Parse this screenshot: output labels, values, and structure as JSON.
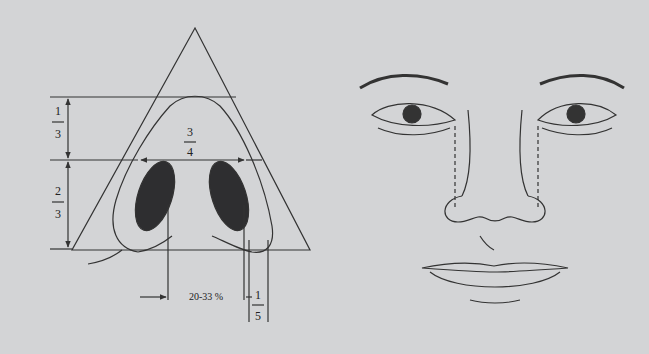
{
  "diagram": {
    "labels": [
      "1",
      "3",
      "3",
      "4",
      "2",
      "3",
      "20-33 %",
      "1",
      "5"
    ]
  }
}
